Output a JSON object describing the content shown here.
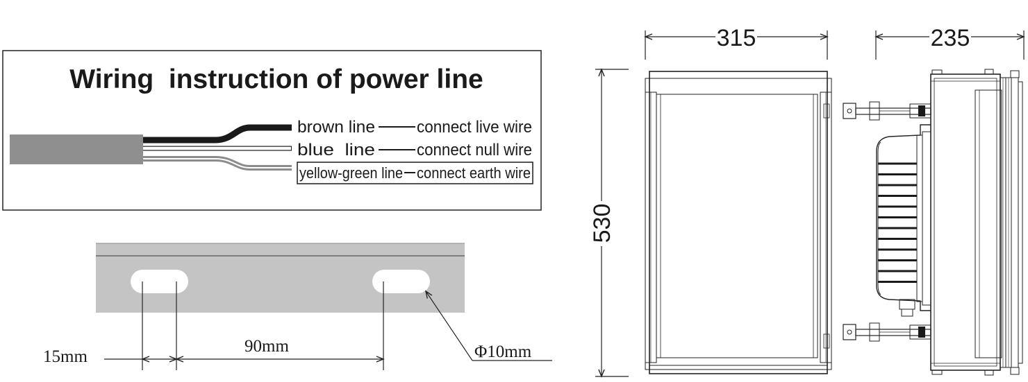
{
  "wiring": {
    "title": "Wiring  instruction of power line",
    "brown": {
      "name": "brown line",
      "connect": "connect live wire",
      "color": "#1a1a1a"
    },
    "blue": {
      "name": "blue  line",
      "connect": "connect null wire",
      "color": "#ffffff"
    },
    "earth": {
      "name": "yellow-green line",
      "connect": "connect earth wire",
      "color": "#8c8c8c"
    },
    "cable_color": "#8f8f8f"
  },
  "bracket": {
    "color": "#c4c4c4",
    "dim_15": "15mm",
    "dim_90": "90mm",
    "dim_hole": "Φ10mm"
  },
  "dimensions": {
    "width": "315",
    "depth": "235",
    "height": "530"
  }
}
